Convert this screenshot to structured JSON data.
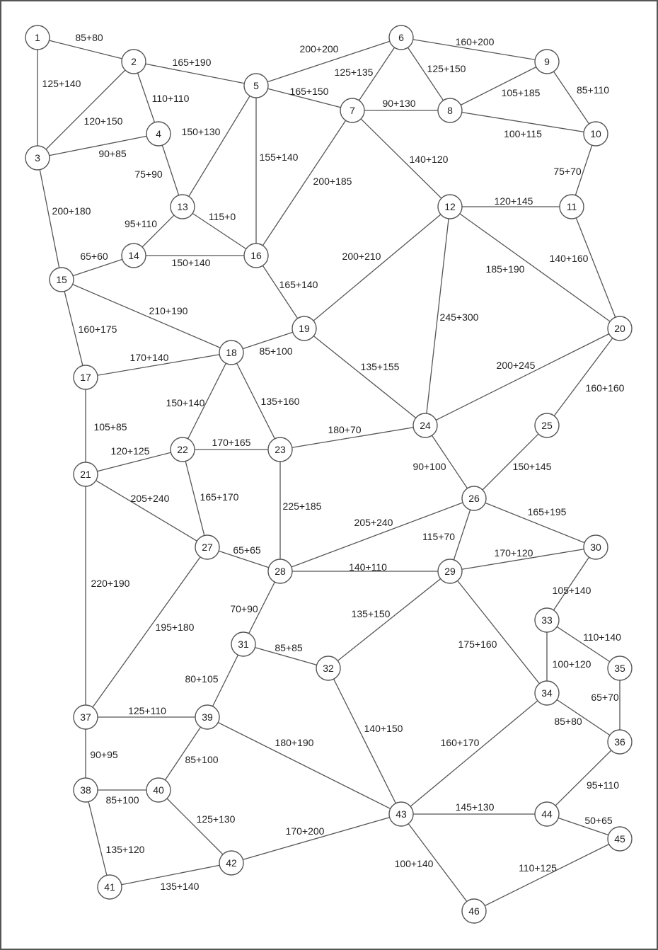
{
  "nodes": [
    "1",
    "2",
    "3",
    "4",
    "5",
    "6",
    "7",
    "8",
    "9",
    "10",
    "11",
    "12",
    "13",
    "14",
    "15",
    "16",
    "17",
    "18",
    "19",
    "20",
    "21",
    "22",
    "23",
    "24",
    "25",
    "26",
    "27",
    "28",
    "29",
    "30",
    "31",
    "32",
    "33",
    "34",
    "35",
    "36",
    "37",
    "38",
    "39",
    "40",
    "41",
    "42",
    "43",
    "44",
    "45",
    "46"
  ],
  "edges": [
    {
      "from": "1",
      "to": "2",
      "label": "85+80"
    },
    {
      "from": "1",
      "to": "3",
      "label": "125+140"
    },
    {
      "from": "2",
      "to": "3",
      "label": "120+150"
    },
    {
      "from": "2",
      "to": "4",
      "label": "110+110"
    },
    {
      "from": "2",
      "to": "5",
      "label": "165+190"
    },
    {
      "from": "3",
      "to": "4",
      "label": "90+85"
    },
    {
      "from": "3",
      "to": "15",
      "label": "200+180"
    },
    {
      "from": "4",
      "to": "13",
      "label": "75+90"
    },
    {
      "from": "5",
      "to": "6",
      "label": "200+200"
    },
    {
      "from": "5",
      "to": "7",
      "label": "165+150"
    },
    {
      "from": "5",
      "to": "13",
      "label": "150+130"
    },
    {
      "from": "5",
      "to": "16",
      "label": "155+140"
    },
    {
      "from": "6",
      "to": "7",
      "label": "125+135"
    },
    {
      "from": "6",
      "to": "8",
      "label": "125+150"
    },
    {
      "from": "6",
      "to": "9",
      "label": "160+200"
    },
    {
      "from": "7",
      "to": "8",
      "label": "90+130"
    },
    {
      "from": "7",
      "to": "12",
      "label": "140+120"
    },
    {
      "from": "7",
      "to": "16",
      "label": "200+185"
    },
    {
      "from": "8",
      "to": "9",
      "label": "105+185"
    },
    {
      "from": "8",
      "to": "10",
      "label": "100+115"
    },
    {
      "from": "9",
      "to": "10",
      "label": "85+110"
    },
    {
      "from": "10",
      "to": "11",
      "label": "75+70"
    },
    {
      "from": "11",
      "to": "12",
      "label": "120+145"
    },
    {
      "from": "11",
      "to": "20",
      "label": "140+160"
    },
    {
      "from": "12",
      "to": "19",
      "label": "200+210"
    },
    {
      "from": "12",
      "to": "20",
      "label": "185+190"
    },
    {
      "from": "12",
      "to": "24",
      "label": "245+300"
    },
    {
      "from": "13",
      "to": "14",
      "label": "95+110"
    },
    {
      "from": "13",
      "to": "16",
      "label": "115+0"
    },
    {
      "from": "14",
      "to": "15",
      "label": "65+60"
    },
    {
      "from": "14",
      "to": "16",
      "label": "150+140"
    },
    {
      "from": "15",
      "to": "17",
      "label": "160+175"
    },
    {
      "from": "15",
      "to": "18",
      "label": "210+190"
    },
    {
      "from": "16",
      "to": "19",
      "label": "165+140"
    },
    {
      "from": "17",
      "to": "18",
      "label": "170+140"
    },
    {
      "from": "17",
      "to": "21",
      "label": "105+85"
    },
    {
      "from": "18",
      "to": "19",
      "label": "85+100"
    },
    {
      "from": "18",
      "to": "22",
      "label": "150+140"
    },
    {
      "from": "18",
      "to": "23",
      "label": "135+160"
    },
    {
      "from": "19",
      "to": "24",
      "label": "135+155"
    },
    {
      "from": "20",
      "to": "24",
      "label": "200+245"
    },
    {
      "from": "20",
      "to": "25",
      "label": "160+160"
    },
    {
      "from": "21",
      "to": "22",
      "label": "120+125"
    },
    {
      "from": "21",
      "to": "27",
      "label": "205+240"
    },
    {
      "from": "21",
      "to": "37",
      "label": "220+190"
    },
    {
      "from": "22",
      "to": "23",
      "label": "170+165"
    },
    {
      "from": "22",
      "to": "27",
      "label": "165+170"
    },
    {
      "from": "23",
      "to": "24",
      "label": "180+70"
    },
    {
      "from": "23",
      "to": "28",
      "label": "225+185"
    },
    {
      "from": "24",
      "to": "26",
      "label": "90+100"
    },
    {
      "from": "25",
      "to": "26",
      "label": "150+145"
    },
    {
      "from": "26",
      "to": "28",
      "label": "205+240"
    },
    {
      "from": "26",
      "to": "29",
      "label": "115+70"
    },
    {
      "from": "26",
      "to": "30",
      "label": "165+195"
    },
    {
      "from": "27",
      "to": "28",
      "label": "65+65"
    },
    {
      "from": "27",
      "to": "37",
      "label": "195+180"
    },
    {
      "from": "28",
      "to": "29",
      "label": "140+110"
    },
    {
      "from": "28",
      "to": "31",
      "label": "70+90"
    },
    {
      "from": "29",
      "to": "30",
      "label": "170+120"
    },
    {
      "from": "29",
      "to": "32",
      "label": "135+150"
    },
    {
      "from": "29",
      "to": "34",
      "label": "175+160"
    },
    {
      "from": "30",
      "to": "33",
      "label": "105+140"
    },
    {
      "from": "31",
      "to": "32",
      "label": "85+85"
    },
    {
      "from": "31",
      "to": "39",
      "label": "80+105"
    },
    {
      "from": "32",
      "to": "43",
      "label": "140+150"
    },
    {
      "from": "33",
      "to": "34",
      "label": "100+120"
    },
    {
      "from": "33",
      "to": "35",
      "label": "110+140"
    },
    {
      "from": "34",
      "to": "36",
      "label": "85+80"
    },
    {
      "from": "34",
      "to": "43",
      "label": "160+170"
    },
    {
      "from": "35",
      "to": "36",
      "label": "65+70"
    },
    {
      "from": "36",
      "to": "44",
      "label": "95+110"
    },
    {
      "from": "37",
      "to": "38",
      "label": "90+95"
    },
    {
      "from": "37",
      "to": "39",
      "label": "125+110"
    },
    {
      "from": "38",
      "to": "40",
      "label": "85+100"
    },
    {
      "from": "38",
      "to": "41",
      "label": "135+120"
    },
    {
      "from": "39",
      "to": "40",
      "label": "85+100"
    },
    {
      "from": "39",
      "to": "43",
      "label": "180+190"
    },
    {
      "from": "40",
      "to": "42",
      "label": "125+130"
    },
    {
      "from": "41",
      "to": "42",
      "label": "135+140"
    },
    {
      "from": "42",
      "to": "43",
      "label": "170+200"
    },
    {
      "from": "43",
      "to": "44",
      "label": "145+130"
    },
    {
      "from": "43",
      "to": "46",
      "label": "100+140"
    },
    {
      "from": "44",
      "to": "45",
      "label": "50+65"
    },
    {
      "from": "45",
      "to": "46",
      "label": "110+125"
    }
  ]
}
